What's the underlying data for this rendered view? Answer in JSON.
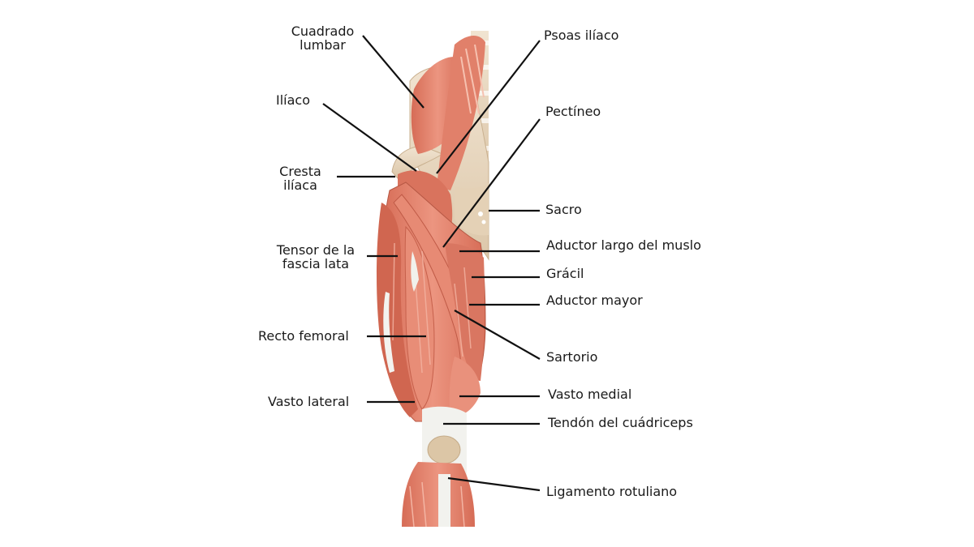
{
  "labels": {
    "cuadrado_lumbar": [
      "Cuadrado",
      "lumbar"
    ],
    "iliaco": "Ilíaco",
    "cresta_iliaca": [
      "Cresta",
      "ilíaca"
    ],
    "tensor_fascia_lata": [
      "Tensor de la",
      "fascia lata"
    ],
    "recto_femoral": "Recto femoral",
    "vasto_lateral": "Vasto lateral",
    "psoas_iliaco": "Psoas ilíaco",
    "pectineo": "Pectíneo",
    "sacro": "Sacro",
    "aductor_largo": "Aductor largo del muslo",
    "gracil": "Grácil",
    "aductor_mayor": "Aductor mayor",
    "sartorio": "Sartorio",
    "vasto_medial": "Vasto medial",
    "tendon_cuadriceps": "Tendón del cuádriceps",
    "ligamento_rotuliano": "Ligamento rotuliano"
  },
  "colors": {
    "muscle": "#e07f6a",
    "muscle_dark": "#c8604c",
    "muscle_light": "#f0a08c",
    "bone": "#ead9c2",
    "tendon": "#f2f2ee",
    "line": "#111111"
  }
}
